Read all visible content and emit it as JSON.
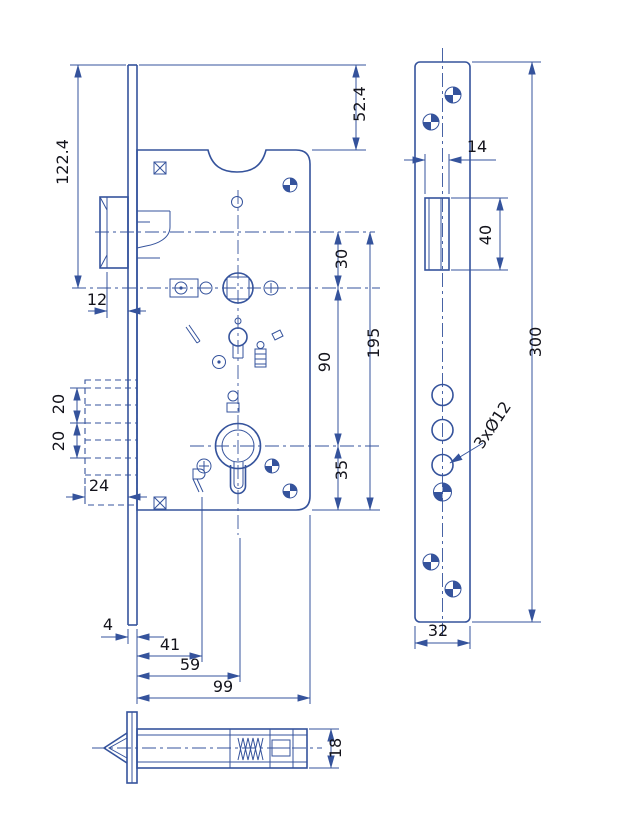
{
  "meta": {
    "background": "#ffffff",
    "line_color": "#35539c",
    "text_color": "#14141c",
    "drawing_type": "mortise lock technical drawing"
  },
  "views": {
    "main": {
      "label": "lock-body-front-view",
      "dims": {
        "faceplate_top_to_follower": "122.4",
        "faceplate_top_to_case": "52.4",
        "latch_projection": "12",
        "latch_to_follower": "30",
        "case_height": "195",
        "follower_to_cylinder": "90",
        "cylinder_to_bottom": "35",
        "bolt_step_1": "20",
        "bolt_step_2": "20",
        "bolt_width": "24",
        "plate_thickness": "4",
        "dist_41": "41",
        "backset": "59",
        "case_width": "99"
      }
    },
    "faceplate": {
      "label": "faceplate-front-view",
      "dims": {
        "latch_window_width": "14",
        "latch_window_height": "40",
        "plate_length": "300",
        "plate_width": "32",
        "holes_label": "3xØ12"
      }
    },
    "section": {
      "label": "lock-side-section-view",
      "dims": {
        "case_thickness": "18"
      }
    }
  }
}
